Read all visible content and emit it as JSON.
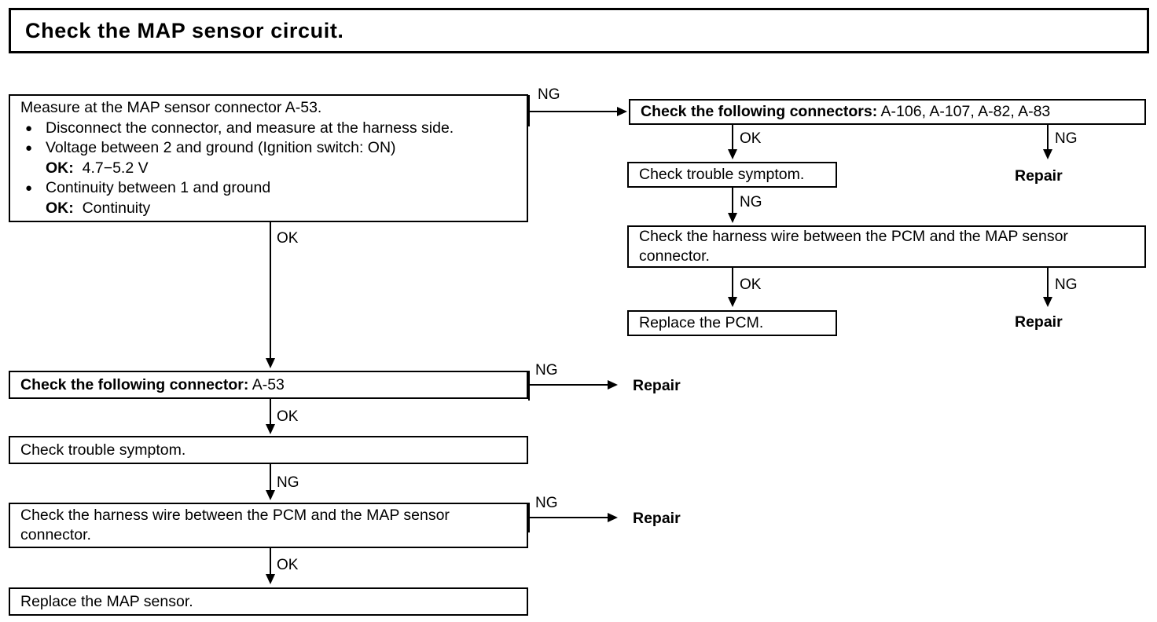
{
  "title": "Check the MAP sensor circuit.",
  "nodes": {
    "measure": {
      "heading": "Measure at the MAP sensor connector A-53.",
      "bullets": [
        {
          "text": "Disconnect the connector, and measure at the harness side."
        },
        {
          "text": "Voltage between 2 and ground (Ignition switch: ON)",
          "ok_label": "OK:",
          "ok_value": "4.7−5.2 V"
        },
        {
          "text": "Continuity between 1 and ground",
          "ok_label": "OK:",
          "ok_value": "Continuity"
        }
      ]
    },
    "left_connector": {
      "label": "Check the following connector:",
      "value": "A-53"
    },
    "left_symptom": {
      "label": "Check trouble symptom."
    },
    "left_harness": {
      "label": "Check the harness wire between the PCM and the MAP sensor connector."
    },
    "left_replace": {
      "label": "Replace the MAP sensor."
    },
    "right_connectors": {
      "label": "Check the following connectors:",
      "value": "A-106, A-107, A-82, A-83"
    },
    "right_symptom": {
      "label": "Check trouble symptom."
    },
    "right_harness": {
      "label": "Check the harness wire between the PCM and the MAP sensor connector."
    },
    "right_replace": {
      "label": "Replace the PCM."
    }
  },
  "terminals": {
    "repair_top_right": "Repair",
    "repair_bottom_right": "Repair",
    "repair_left_upper": "Repair",
    "repair_left_lower": "Repair"
  },
  "edges": {
    "measure_ng": "NG",
    "measure_ok": "OK",
    "rconn_ok": "OK",
    "rconn_ng": "NG",
    "rsym_ng": "NG",
    "rharn_ok": "OK",
    "rharn_ng": "NG",
    "lconn_ng": "NG",
    "lconn_ok": "OK",
    "lsym_ng": "NG",
    "lharn_ng": "NG",
    "lharn_ok": "OK"
  },
  "colors": {
    "ink": "#000000",
    "paper": "#ffffff"
  }
}
